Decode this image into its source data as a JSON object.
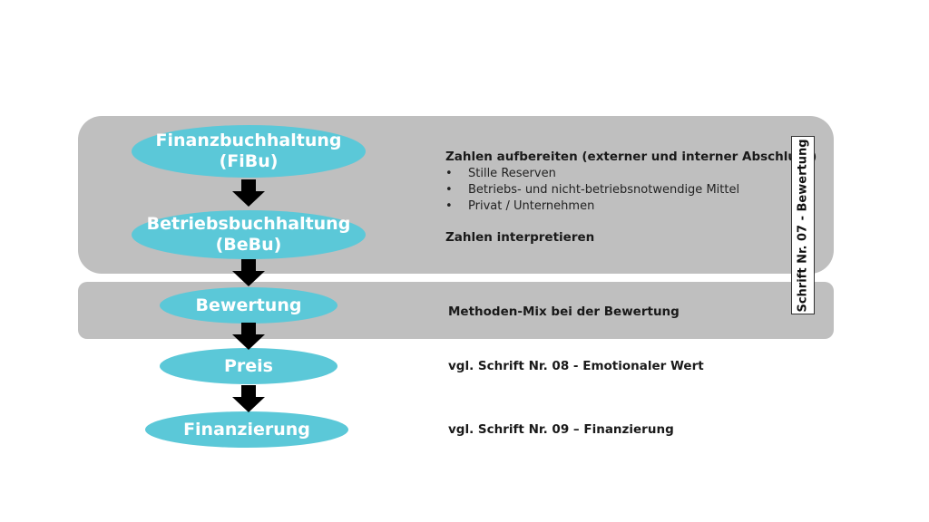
{
  "colors": {
    "ellipse_fill": "#5bc8d8",
    "panel_fill": "#bfbfbf",
    "arrow": "#000000",
    "ellipse_text": "#ffffff"
  },
  "flow": {
    "steps": [
      {
        "label_line1": "Finanzbuchhaltung",
        "label_line2": "(FiBu)"
      },
      {
        "label_line1": "Betriebsbuchhaltung",
        "label_line2": "(BeBu)"
      },
      {
        "label_line1": "Bewertung"
      },
      {
        "label_line1": "Preis"
      },
      {
        "label_line1": "Finanzierung"
      }
    ],
    "arrows": [
      {
        "from": "Finanzbuchhaltung",
        "to": "Betriebsbuchhaltung",
        "icon": "arrow-down-icon"
      },
      {
        "from": "Betriebsbuchhaltung",
        "to": "Bewertung",
        "icon": "arrow-down-icon"
      },
      {
        "from": "Bewertung",
        "to": "Preis",
        "icon": "arrow-down-icon"
      },
      {
        "from": "Preis",
        "to": "Finanzierung",
        "icon": "arrow-down-icon"
      }
    ]
  },
  "descriptions": {
    "aufbereiten_heading": "Zahlen aufbereiten (externer und interner Abschluss)",
    "aufbereiten_bullets": [
      "Stille Reserven",
      "Betriebs- und nicht-betriebsnotwendige Mittel",
      "Privat / Unternehmen"
    ],
    "bullet_char": "•",
    "interpretieren": "Zahlen interpretieren",
    "methoden": "Methoden-Mix bei der Bewertung",
    "schrift08": "vgl. Schrift Nr. 08 - Emotionaler Wert",
    "schrift09": "vgl. Schrift Nr. 09 – Finanzierung"
  },
  "side_label": "Schrift Nr. 07 - Bewertung"
}
